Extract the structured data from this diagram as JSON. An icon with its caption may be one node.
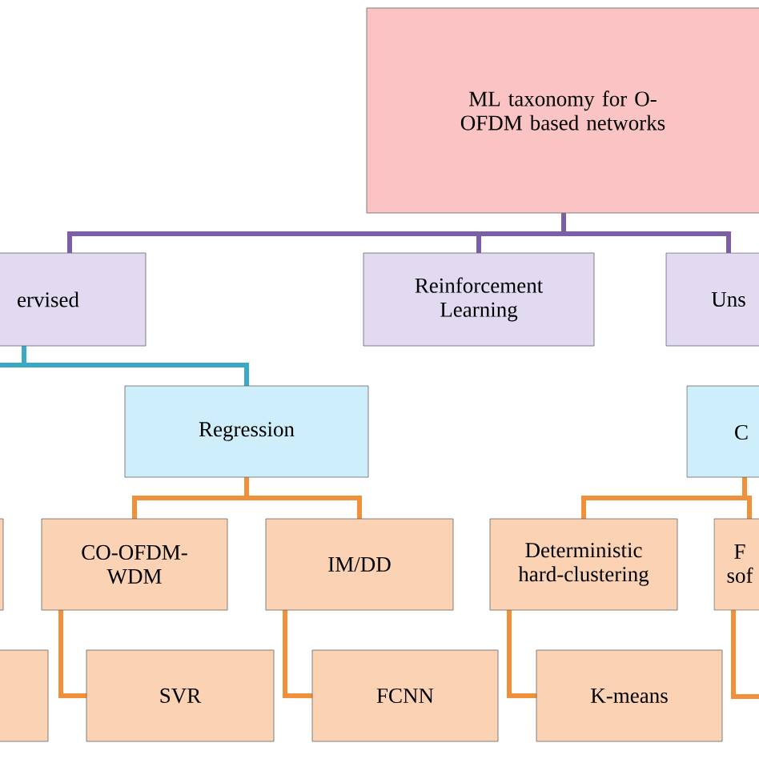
{
  "diagram": {
    "nodes": [
      {
        "text": [
          "ML taxonomy for O-OFDM based networks"
        ]
      },
      {
        "text": [
          "ervised"
        ]
      },
      {
        "text": [
          "Reinforcement Learning"
        ]
      },
      {
        "text": [
          "Uns"
        ]
      },
      {
        "text": [
          "Regression"
        ]
      },
      {
        "text": [
          "C"
        ]
      },
      {
        "text": [],
        "shape": "box"
      },
      {
        "text": [
          "CO-OFDM-WDM"
        ]
      },
      {
        "text": [
          "IM/DD"
        ]
      },
      {
        "text": [
          "Deterministic hard-clustering"
        ]
      },
      {
        "text": [
          "F sof"
        ]
      },
      {
        "text": [],
        "shape": "box"
      },
      {
        "text": [
          "SVR"
        ]
      },
      {
        "text": [
          "FCNN"
        ]
      },
      {
        "text": [
          "K-means"
        ]
      }
    ],
    "edges": [
      {
        "from": 0,
        "to": 1,
        "arrow": "none",
        "color": "#7b5ea7"
      },
      {
        "from": 0,
        "to": 2,
        "arrow": "none",
        "color": "#7b5ea7"
      },
      {
        "from": 0,
        "to": 3,
        "arrow": "none",
        "color": "#7b5ea7"
      },
      {
        "from": 1,
        "to": 4,
        "arrow": "none",
        "color": "#3aa9c4"
      },
      {
        "from": 1,
        "to": null,
        "arrow": "none",
        "color": "#3aa9c4"
      },
      {
        "from": 4,
        "to": 7,
        "arrow": "none"
      },
      {
        "from": 4,
        "to": 8,
        "arrow": "none"
      },
      {
        "from": 5,
        "to": 9,
        "arrow": "none"
      },
      {
        "from": 5,
        "to": 10,
        "arrow": "none"
      },
      {
        "from": 7,
        "to": 12,
        "arrow": "none"
      },
      {
        "from": 8,
        "to": 13,
        "arrow": "none"
      },
      {
        "from": 9,
        "to": 14,
        "arrow": "none"
      },
      {
        "from": 10,
        "to": null,
        "arrow": "none"
      }
    ]
  }
}
